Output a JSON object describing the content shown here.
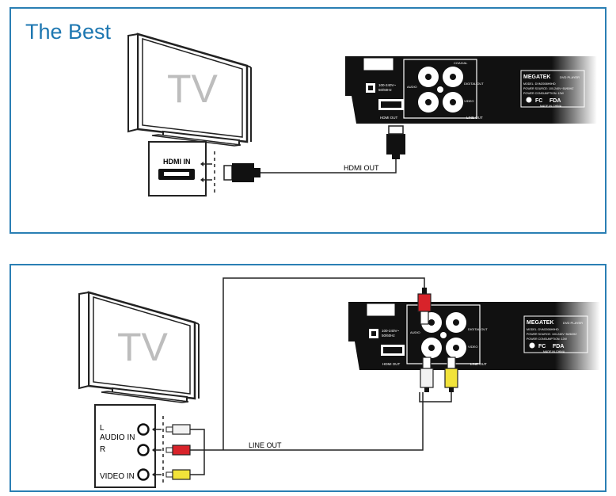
{
  "title": "The Best",
  "tv_label": "TV",
  "hdmi_in_label": "HDMI IN",
  "hdmi_out_cable_label": "HDMI OUT",
  "line_out_cable_label": "LINE OUT",
  "audio_in_l": "L",
  "audio_in_label": "AUDIO IN",
  "audio_in_r": "R",
  "video_in_label": "VIDEO IN",
  "player": {
    "brand": "MEGATEK",
    "type": "DVD PLAYER",
    "model_line": "MODEL: DVM2008H9HD",
    "power_source_line": "POWER SOURCE: 100-240V~50/60HZ",
    "power_consumption_line": "POWER CONSUMPTION: 12W",
    "made_in": "MADE IN CHINA",
    "voltage": "100-240V~",
    "frequency": "50/60Hz",
    "coaxial": "COAXIAL",
    "digital_out": "DIGITAL OUT",
    "video": "VIDEO",
    "audio": "AUDIO",
    "hdmi_out": "HDMI OUT",
    "line_out": "LINE OUT",
    "fc": "FC",
    "fda": "FDA"
  },
  "colors": {
    "border": "#2a7fb4",
    "title": "#1d77b1",
    "tv_text": "#bdbdbd",
    "rca_red": "#d8232a",
    "rca_yellow": "#f2e33a",
    "rca_white": "#f2f2f2"
  }
}
